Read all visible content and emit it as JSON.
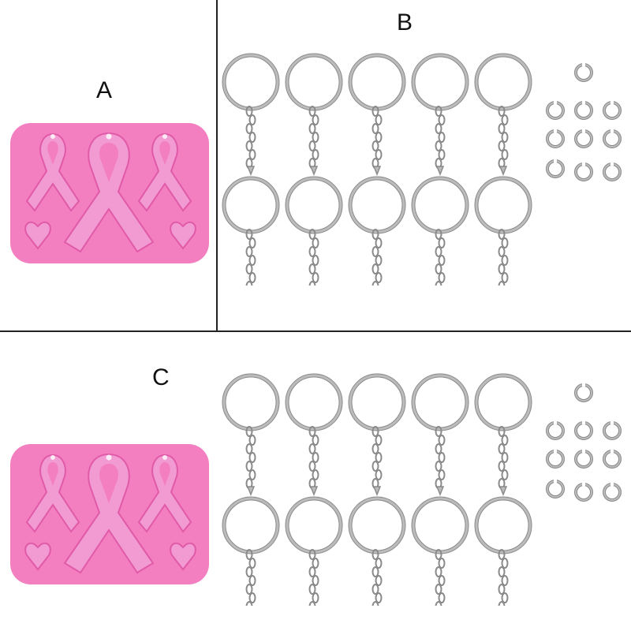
{
  "panels": [
    {
      "label": "A"
    },
    {
      "label": "B"
    },
    {
      "label": "C"
    }
  ],
  "colors": {
    "mold": "#f37fc0",
    "mold_cavity": "#f29bd2",
    "mold_shadow": "#e05aa8",
    "metal": "#bcbcbc",
    "metal_dark": "#8a8a8a",
    "divider": "#222222"
  },
  "counts": {
    "keyrings_per_set": 10,
    "jumprings_per_set": 10
  }
}
